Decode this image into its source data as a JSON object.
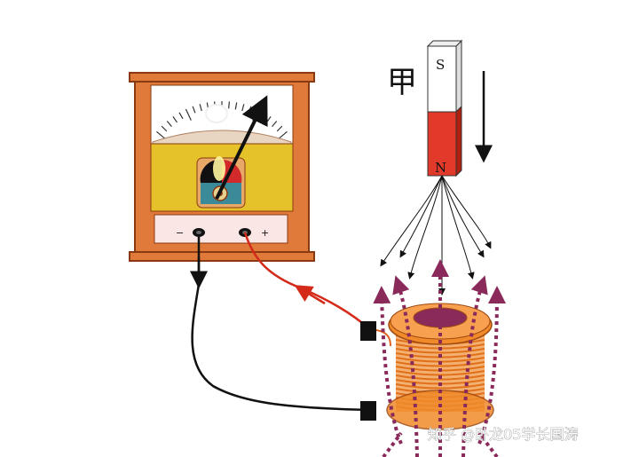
{
  "diagram": {
    "label_jia": "甲",
    "pole_s": "S",
    "pole_n": "N",
    "terminal_minus": "−",
    "terminal_plus": "+",
    "watermark": "知乎 @卧龙05学长国涛"
  },
  "colors": {
    "meter_frame": "#e07a3a",
    "meter_panel": "#e6c22a",
    "magnet_red": "#e23a2a",
    "wire_red": "#d42a1a",
    "wire_black": "#111111",
    "coil_orange": "#f08a2a",
    "field_purple": "#8a2a5a"
  }
}
